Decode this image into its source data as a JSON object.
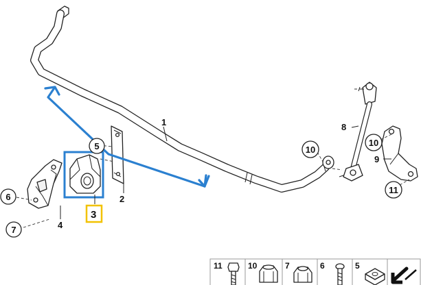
{
  "callouts": {
    "c1": "1",
    "c2": "2",
    "c3": "3",
    "c4": "4",
    "c5": "5",
    "c6": "6",
    "c7": "7",
    "c8": "8",
    "c9": "9",
    "c10a": "10",
    "c10b": "10",
    "c11": "11"
  },
  "legend": [
    {
      "label": "11",
      "icon": "hex-bolt-icon"
    },
    {
      "label": "10",
      "icon": "collar-nut-icon"
    },
    {
      "label": "7",
      "icon": "flange-nut-icon"
    },
    {
      "label": "6",
      "icon": "small-bolt-icon"
    },
    {
      "label": "5",
      "icon": "square-nut-icon"
    },
    {
      "label": "",
      "icon": "arrow-icon"
    }
  ],
  "colors": {
    "arrow": "#2b80d0",
    "highlight_box": "#2b80d0",
    "part_label_box": "#f2c200"
  }
}
